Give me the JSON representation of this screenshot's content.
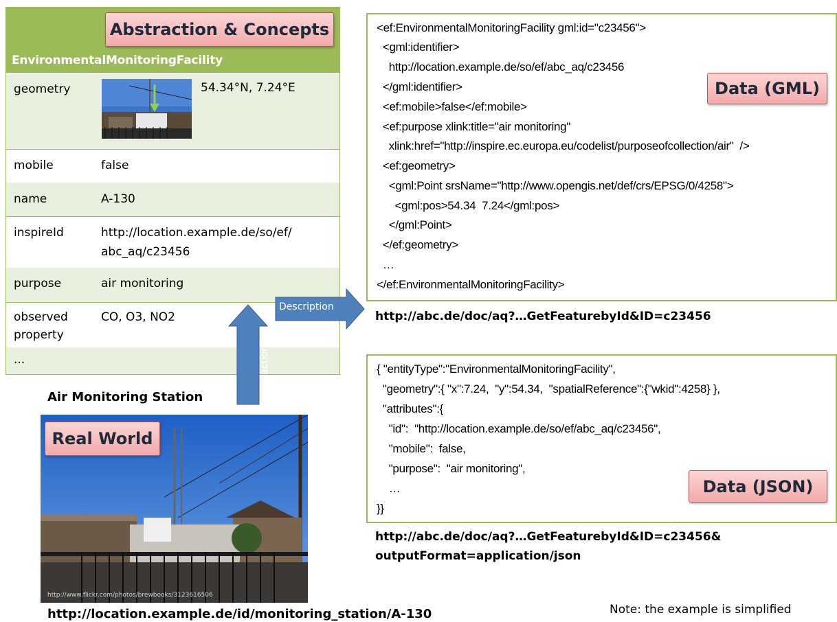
{
  "concept": {
    "heading": "Abstraction & Concepts",
    "class_name": "EnvironmentalMonitoringFacility",
    "rows": [
      {
        "key": "geometry",
        "value": "54.34°N, 7.24°E"
      },
      {
        "key": "mobile",
        "value": "false"
      },
      {
        "key": "name",
        "value": "A-130"
      },
      {
        "key": "inspireId",
        "value_line1": "http://location.example.de/so/ef/",
        "value_line2": "abc_aq/c23456"
      },
      {
        "key": "purpose",
        "value": "air monitoring"
      },
      {
        "key_line1": "observed",
        "key_line2": "property",
        "value": "CO, O3, NO2"
      },
      {
        "key": "..."
      }
    ]
  },
  "arrows": {
    "description": "Description",
    "abstraction": "Abstraction"
  },
  "gml": {
    "label": "Data (GML)",
    "lines": [
      "<ef:EnvironmentalMonitoringFacility gml:id=\"c23456\">",
      "  <gml:identifier>",
      "    http://location.example.de/so/ef/abc_aq/c23456",
      "  </gml:identifier>",
      "  <ef:mobile>false</ef:mobile>",
      "  <ef:purpose xlink:title=\"air monitoring\"",
      "    xlink:href=\"http://inspire.ec.europa.eu/codelist/purposeofcollection/air\"  />",
      "  <ef:geometry>",
      "    <gml:Point srsName=\"http://www.opengis.net/def/crs/EPSG/0/4258\">",
      "      <gml:pos>54.34  7.24</gml:pos>",
      "    </gml:Point>",
      "  </ef:geometry>",
      "  …",
      "</ef:EnvironmentalMonitoringFacility>"
    ],
    "url": "http://abc.de/doc/aq?…GetFeaturebyId&ID=c23456"
  },
  "json": {
    "label": "Data (JSON)",
    "lines": [
      "{ \"entityType\":\"EnvironmentalMonitoringFacility\",",
      "  \"geometry\":{ \"x\":7.24,  \"y\":54.34,  \"spatialReference\":{\"wkid\":4258} },",
      "  \"attributes\":{",
      "    \"id\":  \"http://location.example.de/so/ef/abc_aq/c23456\",",
      "    \"mobile\":  false,",
      "    \"purpose\":  \"air monitoring\",",
      "    …",
      "}}"
    ],
    "url_line1": "http://abc.de/doc/aq?…GetFeaturebyId&ID=c23456&",
    "url_line2": "outputFormat=application/json"
  },
  "real_world": {
    "label": "Real World",
    "title": "Air Monitoring Station",
    "photo_credit": "http://www.flickr.com/photos/brewbooks/3123616506",
    "uri": "http://location.example.de/id/monitoring_station/A-130"
  },
  "note": "Note: the example is simplified"
}
